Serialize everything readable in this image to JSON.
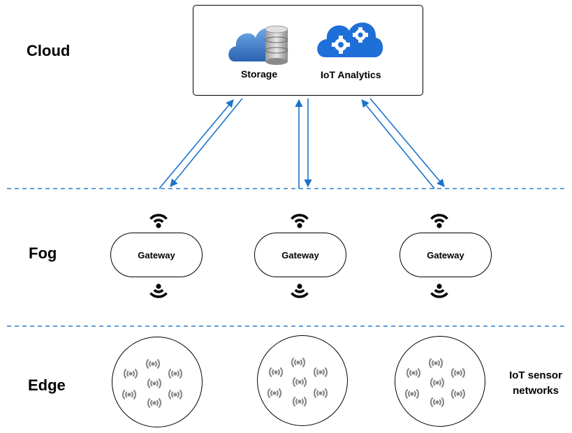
{
  "tiers": {
    "cloud": "Cloud",
    "fog": "Fog",
    "edge": "Edge"
  },
  "cloud_services": {
    "storage": "Storage",
    "analytics": "IoT Analytics"
  },
  "gateways": [
    "Gateway",
    "Gateway",
    "Gateway"
  ],
  "edge_note_line1": "IoT sensor",
  "edge_note_line2": "networks",
  "colors": {
    "link": "#1a73c8",
    "divider": "#2a7fc8",
    "cloud_blue": "#1f6fd8",
    "sensor_gray": "#8a8a8a"
  },
  "icons": [
    "storage-cloud-icon",
    "analytics-cloud-gears-icon",
    "wifi-icon",
    "sensor-signal-icon"
  ]
}
